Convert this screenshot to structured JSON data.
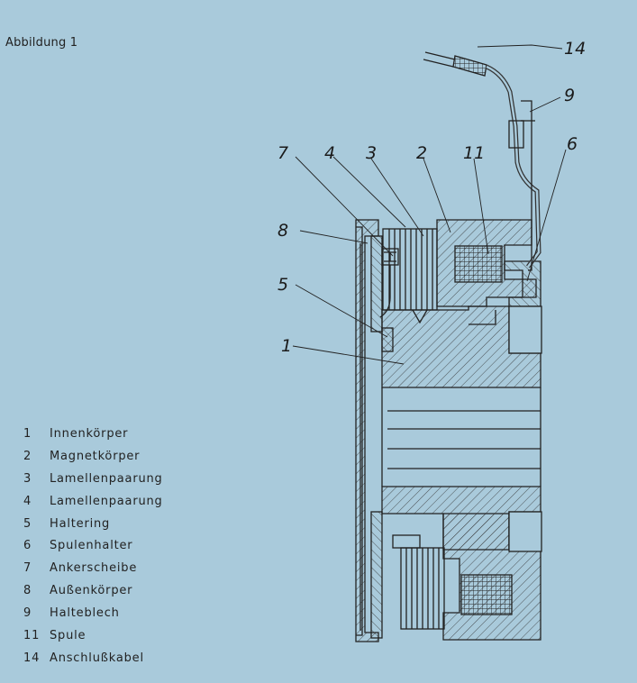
{
  "figure": {
    "title": "Abbildung 1"
  },
  "callouts": {
    "c14": "14",
    "c9": "9",
    "c6": "6",
    "c7": "7",
    "c4": "4",
    "c3": "3",
    "c2": "2",
    "c11": "11",
    "c8": "8",
    "c5": "5",
    "c1": "1"
  },
  "legend": [
    {
      "num": "1",
      "label": "Innenkörper"
    },
    {
      "num": "2",
      "label": "Magnetkörper"
    },
    {
      "num": "3",
      "label": "Lamellenpaarung"
    },
    {
      "num": "4",
      "label": "Lamellenpaarung"
    },
    {
      "num": "5",
      "label": "Haltering"
    },
    {
      "num": "6",
      "label": "Spulenhalter"
    },
    {
      "num": "7",
      "label": "Ankerscheibe"
    },
    {
      "num": "8",
      "label": "Außenkörper"
    },
    {
      "num": "9",
      "label": "Halteblech"
    },
    {
      "num": "11",
      "label": "Spule"
    },
    {
      "num": "14",
      "label": "Anschlußkabel"
    }
  ],
  "colors": {
    "background": "#a9cadb",
    "ink": "#222222"
  }
}
